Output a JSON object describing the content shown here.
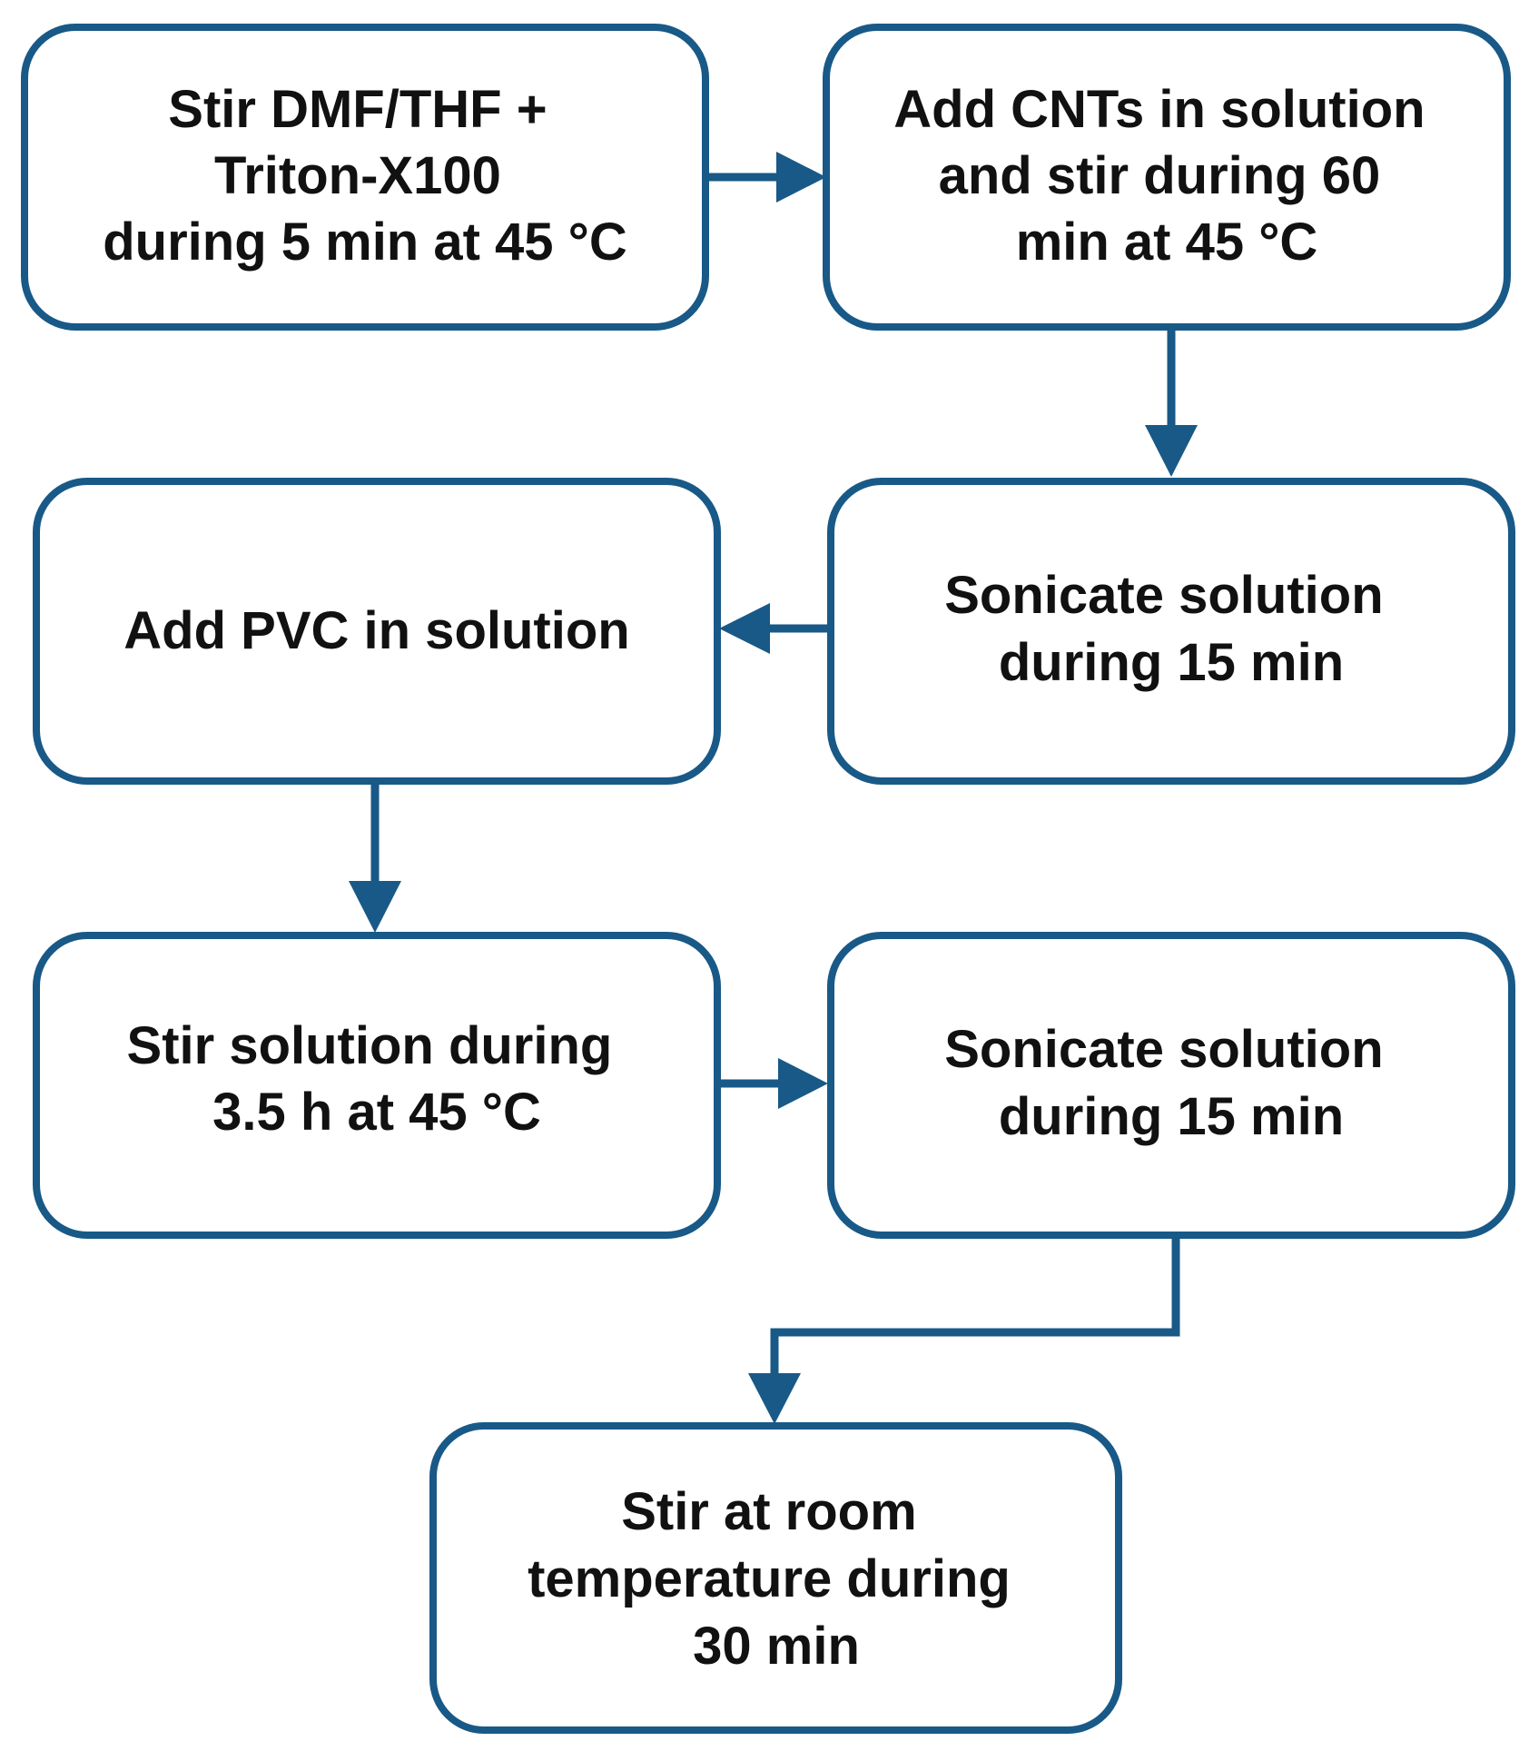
{
  "colors": {
    "box_border": "#185987",
    "arrow": "#185987",
    "text": "#111111",
    "background": "#ffffff"
  },
  "steps": [
    {
      "id": "step1",
      "lines": [
        "Stir DMF/THF +",
        "Triton-X100",
        "during 5 min at 45 °C"
      ]
    },
    {
      "id": "step2",
      "lines": [
        "Add CNTs in solution",
        "and stir during 60",
        "min at 45 °C"
      ]
    },
    {
      "id": "step3",
      "lines": [
        "Sonicate solution",
        "during 15 min"
      ]
    },
    {
      "id": "step4",
      "lines": [
        "Add PVC in solution"
      ]
    },
    {
      "id": "step5",
      "lines": [
        "Stir solution during",
        "3.5 h at 45 °C"
      ]
    },
    {
      "id": "step6",
      "lines": [
        "Sonicate solution",
        "during 15 min"
      ]
    },
    {
      "id": "step7",
      "lines": [
        "Stir at room",
        "temperature during",
        "30 min"
      ]
    }
  ],
  "flow": [
    [
      "step1",
      "step2"
    ],
    [
      "step2",
      "step3"
    ],
    [
      "step3",
      "step4"
    ],
    [
      "step4",
      "step5"
    ],
    [
      "step5",
      "step6"
    ],
    [
      "step6",
      "step7"
    ]
  ]
}
